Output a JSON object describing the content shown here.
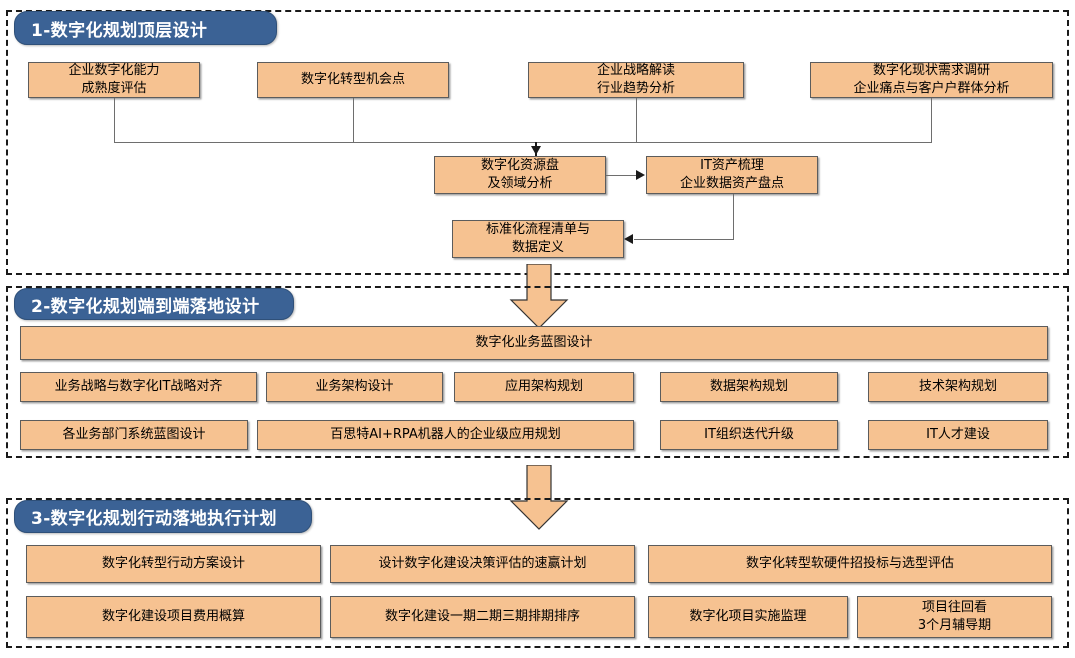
{
  "theme": {
    "box_fill": "#f6c291",
    "box_border": "#5c5c5c",
    "header_fill": "#3b6295",
    "header_text": "#ffffff",
    "frame_border": "#1a1a1a",
    "connector": "#6e6e6e"
  },
  "sections": [
    {
      "id": "section-1",
      "title": "1-数字化规划顶层设计",
      "row1": [
        {
          "line1": "企业数字化能力",
          "line2": "成熟度评估"
        },
        {
          "line1": "数字化转型机会点",
          "line2": ""
        },
        {
          "line1": "企业战略解读",
          "line2": "行业趋势分析"
        },
        {
          "line1": "数字化现状需求调研",
          "line2": "企业痛点与客户户群体分析"
        }
      ],
      "row2": [
        {
          "line1": "数字化资源盘",
          "line2": "及领域分析"
        },
        {
          "line1": "IT资产梳理",
          "line2": "企业数据资产盘点"
        }
      ],
      "row3": [
        {
          "line1": "标准化流程清单与",
          "line2": "数据定义"
        }
      ]
    },
    {
      "id": "section-2",
      "title": "2-数字化规划端到端落地设计",
      "banner": {
        "line1": "数字化业务蓝图设计",
        "line2": ""
      },
      "row1": [
        {
          "line1": "业务战略与数字化IT战略对齐",
          "line2": ""
        },
        {
          "line1": "业务架构设计",
          "line2": ""
        },
        {
          "line1": "应用架构规划",
          "line2": ""
        },
        {
          "line1": "数据架构规划",
          "line2": ""
        },
        {
          "line1": "技术架构规划",
          "line2": ""
        }
      ],
      "row2": [
        {
          "line1": "各业务部门系统蓝图设计",
          "line2": ""
        },
        {
          "line1": "百思特AI+RPA机器人的企业级应用规划",
          "line2": ""
        },
        {
          "line1": "IT组织迭代升级",
          "line2": ""
        },
        {
          "line1": "IT人才建设",
          "line2": ""
        }
      ]
    },
    {
      "id": "section-3",
      "title": "3-数字化规划行动落地执行计划",
      "row1": [
        {
          "line1": "数字化转型行动方案设计",
          "line2": ""
        },
        {
          "line1": "设计数字化建设决策评估的速赢计划",
          "line2": ""
        },
        {
          "line1": "数字化转型软硬件招投标与选型评估",
          "line2": ""
        }
      ],
      "row2": [
        {
          "line1": "数字化建设项目费用概算",
          "line2": ""
        },
        {
          "line1": "数字化建设一期二期三期排期排序",
          "line2": ""
        },
        {
          "line1": "数字化项目实施监理",
          "line2": ""
        },
        {
          "line1": "项目往回看",
          "line2": "3个月辅导期"
        }
      ]
    }
  ],
  "connectors": {
    "arrow_1_to_2": "block-arrow-down",
    "arrow_2_to_3": "block-arrow-down"
  }
}
